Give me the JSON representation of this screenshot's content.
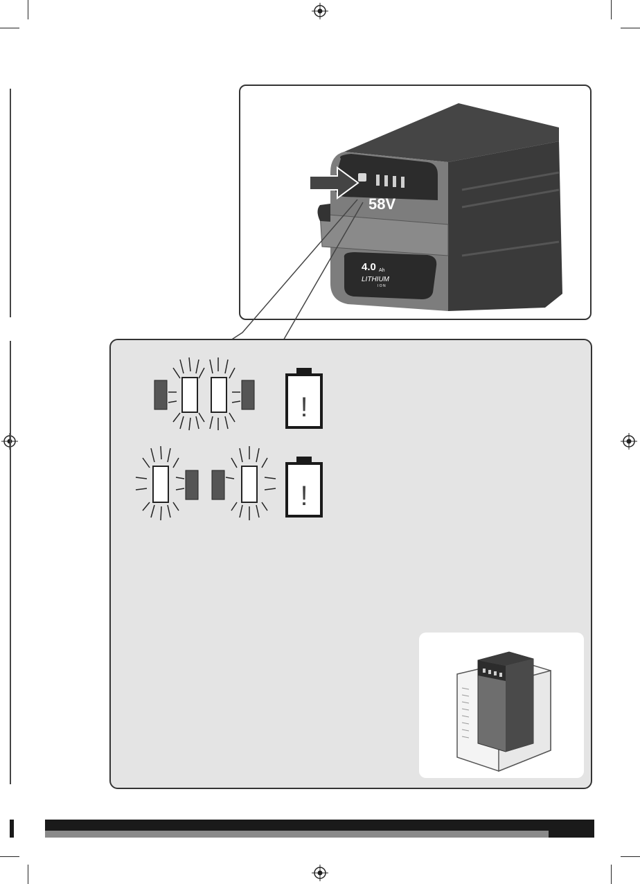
{
  "battery": {
    "voltage_label": "58V",
    "capacity_label": "4.0",
    "capacity_unit": "Ah",
    "chemistry_label": "LITHIUM",
    "chemistry_sub": "I O N"
  },
  "warnings": [
    {
      "symbol": "!"
    },
    {
      "symbol": "!"
    }
  ],
  "colors": {
    "panel_bg": "#e4e4e4",
    "battery_dark": "#3c3c3c",
    "battery_grey": "#7d7d7d",
    "accent_dark": "#1a1a1a"
  },
  "icons": [
    "registration-mark-icon",
    "arrow-icon",
    "led-flash-icon",
    "battery-warning-icon"
  ]
}
